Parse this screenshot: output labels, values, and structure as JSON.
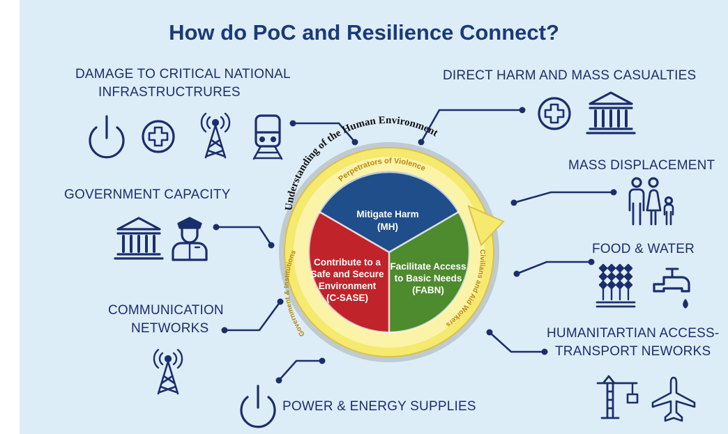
{
  "title": "How do PoC and Resilience Connect?",
  "categories": {
    "infrastructure": {
      "line1": "DAMAGE TO CRITICAL NATIONAL",
      "line2": "INFRASTRUCTRURES"
    },
    "direct_harm": "DIRECT HARM AND MASS CASUALTIES",
    "government_capacity": "GOVERNMENT CAPACITY",
    "mass_displacement": "MASS DISPLACEMENT",
    "food_water": "FOOD & WATER",
    "communication": {
      "line1": "COMMUNICATION",
      "line2": "NETWORKS"
    },
    "humanitarian": {
      "line1": "HUMANITARTIAN ACCESS-",
      "line2": "TRANSPORT NEWORKS"
    },
    "power": "POWER & ENERGY SUPPLIES"
  },
  "circle": {
    "ring_outer_text": "Understanding of the Human Environment",
    "ring_top_text": "Perpetrators of Violence",
    "ring_left_text": "Government & Institutions",
    "ring_right_text": "Civilians and Aid Workers",
    "segments": {
      "mh": {
        "line1": "Mitigate Harm",
        "line2": "(MH)"
      },
      "csase": {
        "line1": "Contribute to a",
        "line2": "Safe and Secure",
        "line3": "Environment",
        "line4": "(C-SASE)"
      },
      "fabn": {
        "line1": "Facilitate Access",
        "line2": "to Basic Needs",
        "line3": "(FABN)"
      }
    }
  },
  "colors": {
    "background": "#dcedf8",
    "navy": "#1b2e6b",
    "blue_segment": "#1f4e8a",
    "red_segment": "#c0232a",
    "green_segment": "#4e8a2e",
    "ring_yellow": "#f5e96e"
  },
  "icons": [
    "power-icon",
    "medical-cross-icon",
    "radio-tower-icon",
    "train-icon",
    "government-building-icon",
    "police-officer-icon",
    "family-icon",
    "wheat-icon",
    "water-tap-icon",
    "crane-icon",
    "airplane-icon"
  ]
}
